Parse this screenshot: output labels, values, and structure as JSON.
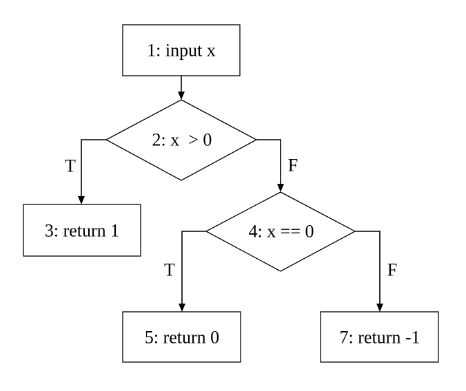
{
  "nodes": {
    "input": {
      "label": "1: input x"
    },
    "cond1": {
      "label": "2: x  > 0"
    },
    "ret1": {
      "label": "3: return 1"
    },
    "cond2": {
      "label": "4: x == 0"
    },
    "ret0": {
      "label": "5: return 0"
    },
    "retneg": {
      "label": "7: return -1"
    }
  },
  "edges": {
    "cond1_true": {
      "label": "T"
    },
    "cond1_false": {
      "label": "F"
    },
    "cond2_true": {
      "label": "T"
    },
    "cond2_false": {
      "label": "F"
    }
  }
}
